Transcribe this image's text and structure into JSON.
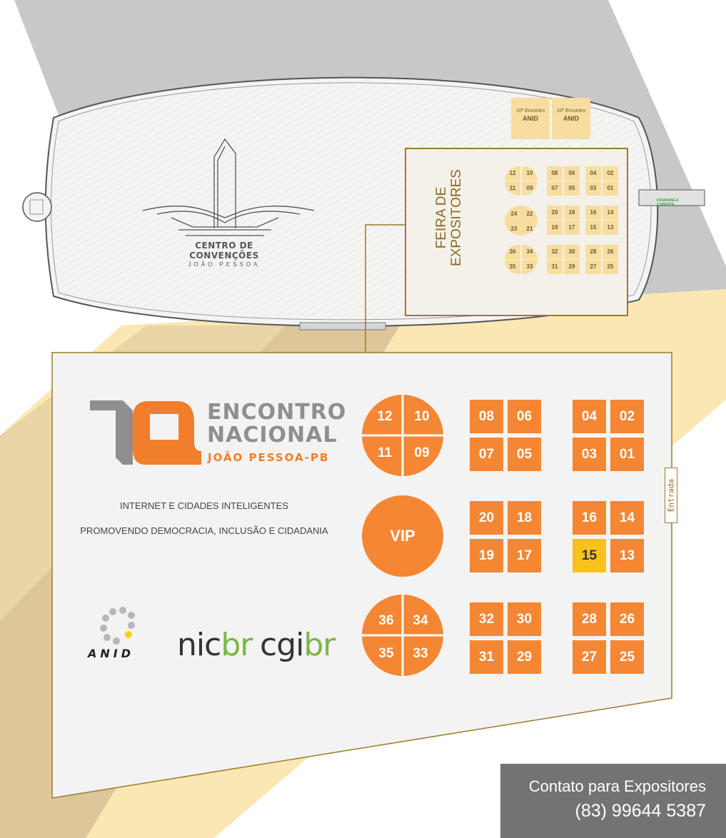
{
  "venue": {
    "name": "CENTRO DE CONVENÇÕES",
    "city": "JOÃO PESSOA"
  },
  "floorplan": {
    "anid_booths": [
      {
        "line1": "10º Encontro",
        "line2": "ANID"
      },
      {
        "line1": "10º Encontro",
        "line2": "ANID"
      }
    ],
    "feira_title_line1": "FEIRA DE",
    "feira_title_line2": "EXPOSITORES",
    "passarela_label_line1": "PASSARELA",
    "passarela_label_line2": "COBERTA"
  },
  "event": {
    "logo_number": "10",
    "title_line1": "ENCONTRO",
    "title_line2": "NACIONAL",
    "location": "JOÃO PESSOA-PB",
    "theme_line1": "INTERNET E CIDADES INTELIGENTES",
    "theme_line2": "PROMOVENDO DEMOCRACIA, INCLUSÃO E CIDADANIA"
  },
  "stands": {
    "circle_top": [
      "12",
      "10",
      "11",
      "09"
    ],
    "circle_bottom": [
      "36",
      "34",
      "35",
      "33"
    ],
    "vip_label": "VIP",
    "block_r1_c2": [
      "08",
      "06",
      "07",
      "05"
    ],
    "block_r1_c3": [
      "04",
      "02",
      "03",
      "01"
    ],
    "block_r2_c2": [
      "20",
      "18",
      "19",
      "17"
    ],
    "block_r2_c3": [
      "16",
      "14",
      "15",
      "13"
    ],
    "block_r3_c2": [
      "32",
      "30",
      "31",
      "29"
    ],
    "block_r3_c3": [
      "28",
      "26",
      "27",
      "25"
    ],
    "highlighted_stand": "15",
    "highlight_color": "#f7c31a",
    "stand_color": "#f58634"
  },
  "entrance_label": "Entrada",
  "sponsors": {
    "anid": "ANID",
    "nic_main": "nic",
    "nic_tld": "br",
    "cgi_main": "cgi",
    "cgi_tld": "br"
  },
  "contact": {
    "title": "Contato para Expositores",
    "phone": "(83) 99644 5387"
  },
  "colors": {
    "accent_orange": "#f58634",
    "accent_yellow": "#f7c31a",
    "gold_outline": "#9a7b2c",
    "sponsor_green": "#7ab648"
  }
}
